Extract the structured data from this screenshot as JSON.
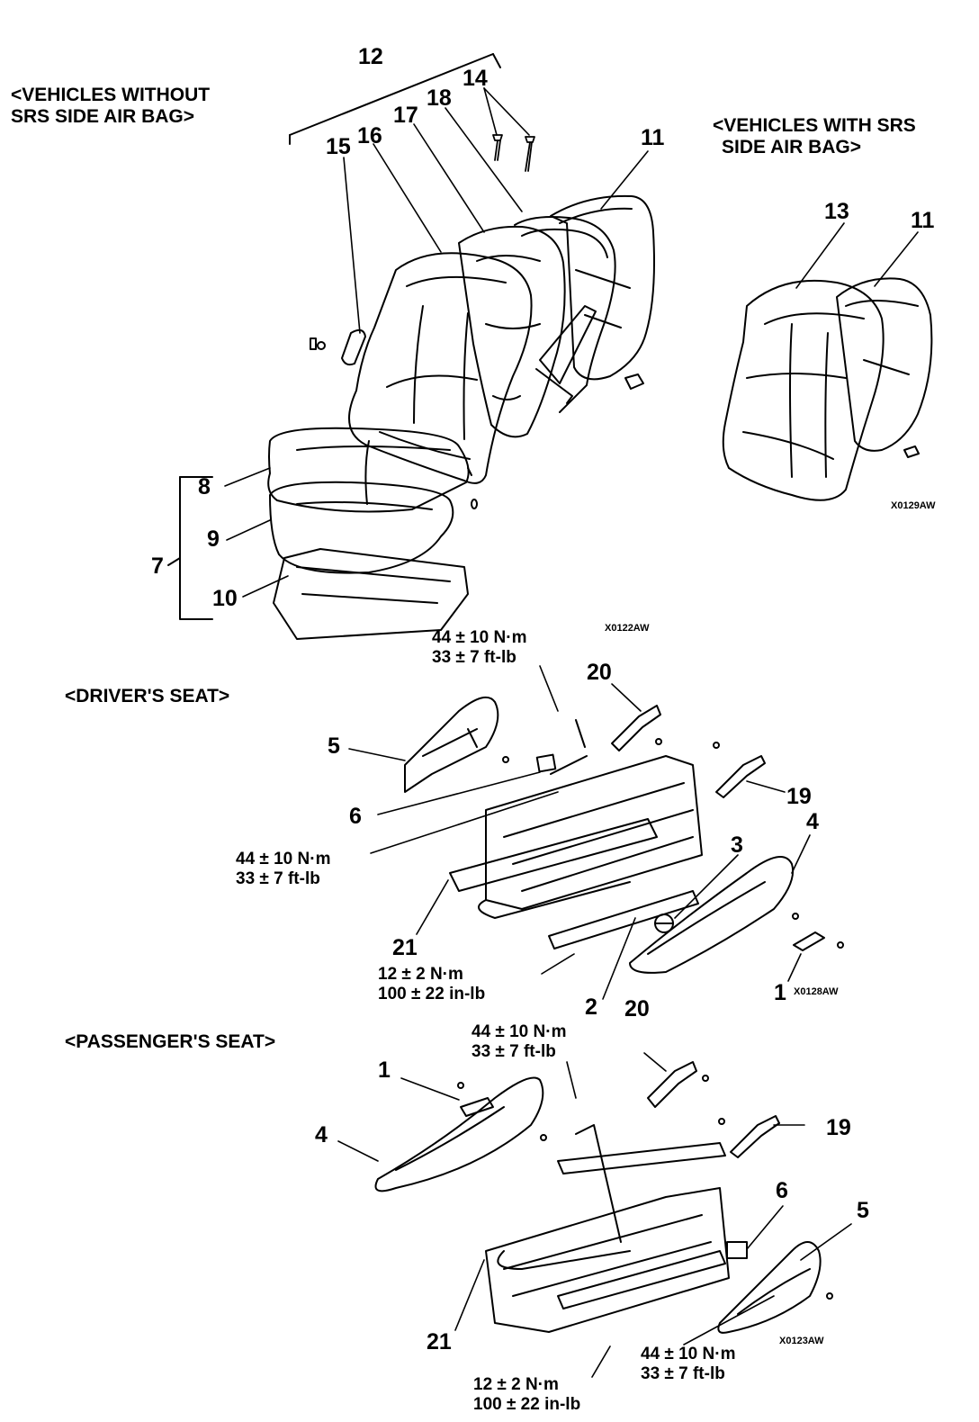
{
  "headers": {
    "without_srs_1": "<VEHICLES WITHOUT",
    "without_srs_2": "SRS SIDE AIR BAG>",
    "with_srs_1": "<VEHICLES WITH SRS",
    "with_srs_2": "SIDE AIR BAG>",
    "drivers_seat": "<DRIVER'S SEAT>",
    "passengers_seat": "<PASSENGER'S SEAT>"
  },
  "callouts": {
    "seatback": [
      "12",
      "14",
      "18",
      "17",
      "16",
      "15",
      "11",
      "13",
      "11",
      "8",
      "9",
      "7",
      "10"
    ],
    "driver": [
      "20",
      "5",
      "6",
      "19",
      "4",
      "3",
      "21",
      "2",
      "1"
    ],
    "passenger": [
      "20",
      "1",
      "4",
      "19",
      "6",
      "5",
      "21"
    ]
  },
  "torques": {
    "t1_a": "44 ± 10 N·m",
    "t1_b": "33 ± 7 ft-lb",
    "t2_a": "44 ± 10 N·m",
    "t2_b": "33 ± 7 ft-lb",
    "t3_a": "12 ± 2 N·m",
    "t3_b": "100 ± 22 in-lb",
    "t4_a": "44 ± 10 N·m",
    "t4_b": "33 ± 7 ft-lb",
    "t5_a": "44 ± 10 N·m",
    "t5_b": "33 ± 7 ft-lb",
    "t6_a": "12 ± 2 N·m",
    "t6_b": "100 ± 22 in-lb"
  },
  "codes": {
    "c1": "X0129AW",
    "c2": "X0122AW",
    "c3": "X0128AW",
    "c4": "X0123AW"
  }
}
